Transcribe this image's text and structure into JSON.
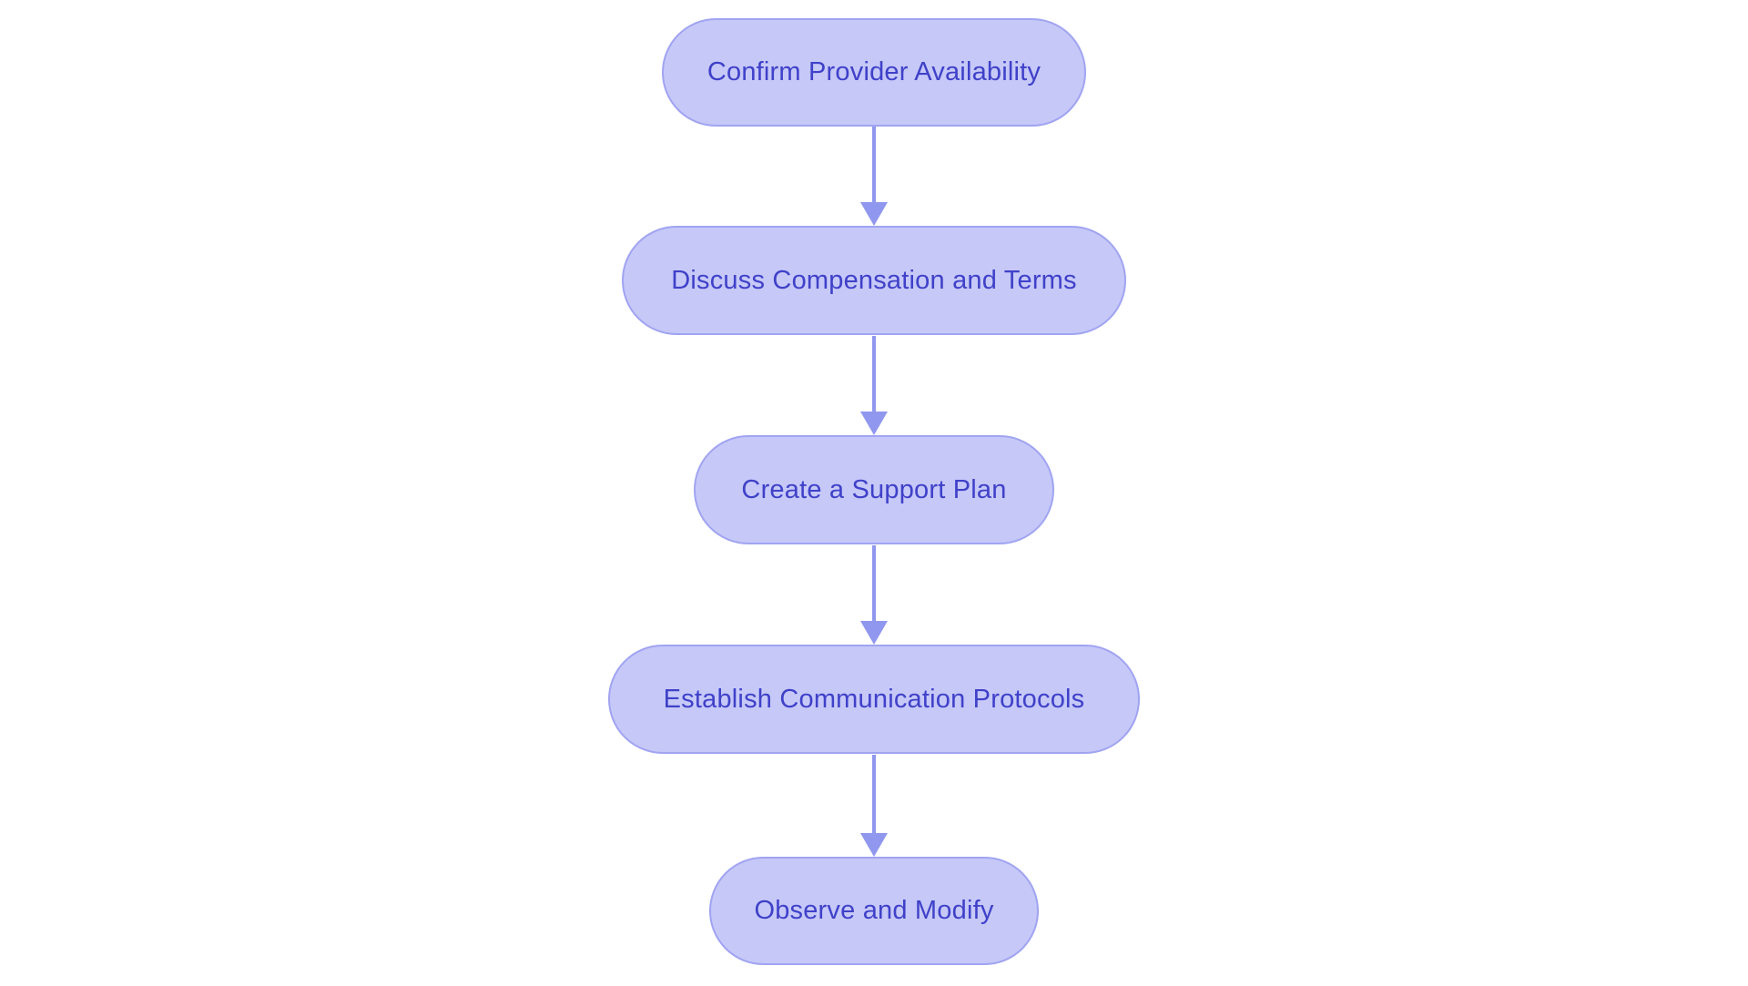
{
  "diagram": {
    "type": "flowchart",
    "direction": "top-down",
    "colors": {
      "background": "#ffffff",
      "node_fill": "#c6c8f8",
      "node_border": "#a0a4f1",
      "node_text": "#3f41c9",
      "arrow": "#9097ee"
    },
    "nodes": [
      {
        "label": "Confirm Provider Availability"
      },
      {
        "label": "Discuss Compensation and Terms"
      },
      {
        "label": "Create a Support Plan"
      },
      {
        "label": "Establish Communication Protocols"
      },
      {
        "label": "Observe and Modify"
      }
    ],
    "edges": [
      {
        "from": "Confirm Provider Availability",
        "to": "Discuss Compensation and Terms"
      },
      {
        "from": "Discuss Compensation and Terms",
        "to": "Create a Support Plan"
      },
      {
        "from": "Create a Support Plan",
        "to": "Establish Communication Protocols"
      },
      {
        "from": "Establish Communication Protocols",
        "to": "Observe and Modify"
      }
    ]
  }
}
